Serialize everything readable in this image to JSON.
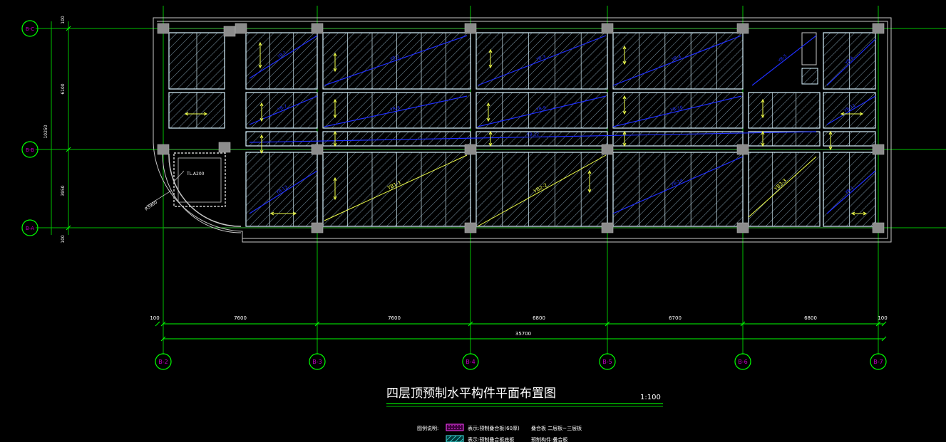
{
  "drawing": {
    "title": "四层顶预制水平构件平面布置图",
    "scale": "1:100"
  },
  "colors": {
    "background": "#000000",
    "grid_line": "#00c000",
    "dimension": "#00ff00",
    "bubble_text": "#c000c0",
    "wall": "#c8c8c8",
    "column": "#8c8c8c",
    "panel_outline": "#d8f4ff",
    "hatch": "#8aa6b6",
    "annotation_blue": "#1f2fff",
    "annotation_yellow": "#f0ff4a",
    "text_white": "#ffffff",
    "legend_magenta": "#ff40ff",
    "legend_cyan": "#40e0e0"
  },
  "vertical_axes": [
    {
      "label": "B-2"
    },
    {
      "label": "B-3"
    },
    {
      "label": "B-4"
    },
    {
      "label": "B-5"
    },
    {
      "label": "B-6"
    },
    {
      "label": "B-7"
    }
  ],
  "horizontal_axes": [
    {
      "label": "B-C"
    },
    {
      "label": "B-B"
    },
    {
      "label": "B-A"
    }
  ],
  "bottom_dimensions": {
    "segments": [
      "100",
      "7600",
      "7600",
      "6800",
      "6700",
      "6800",
      "100"
    ],
    "total": "35700"
  },
  "left_dimensions": {
    "segments": [
      "100",
      "6100",
      "3950",
      "100"
    ],
    "total": "10250"
  },
  "annotations": {
    "stair_label": "TL.A200",
    "curve_label": "R3900",
    "diagonal_labels": [
      "YB-1",
      "YB-2",
      "YB-3",
      "YB-4",
      "YB-5",
      "YB-6",
      "YB-7",
      "YB-8",
      "YB-9",
      "YB-10",
      "YB-11",
      "YB-12",
      "YB-13",
      "YB-14"
    ],
    "yellow_labels": [
      "YB1-1",
      "YB2-2",
      "YB3-3"
    ]
  },
  "legend": {
    "heading": "图例说明:",
    "items": [
      {
        "swatch": "magenta",
        "text": "表示:预制叠合板(60厚)"
      },
      {
        "swatch": "cyan",
        "text": "表示:预制叠合板底板"
      }
    ],
    "notes": [
      "叠合板    二层板~三层板",
      "预制构件:叠合板"
    ]
  }
}
